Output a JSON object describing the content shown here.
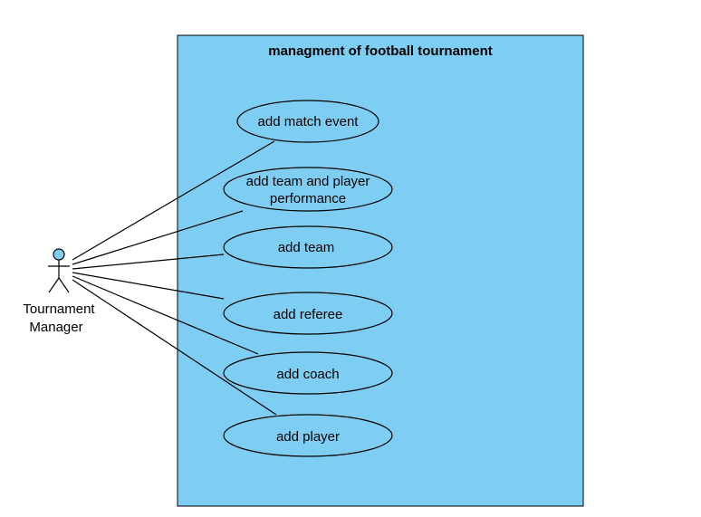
{
  "colors": {
    "system_fill": "#7ecef4",
    "stroke": "#000000",
    "actor_head": "#7ecef4"
  },
  "system": {
    "title": "managment of football tournament"
  },
  "actor": {
    "name_line1": "Tournament",
    "name_line2": "Manager"
  },
  "use_cases": [
    {
      "id": "uc-add-match-event",
      "lines": [
        "add match event"
      ]
    },
    {
      "id": "uc-add-team-and-player-performance",
      "lines": [
        "add team and player",
        "performance"
      ]
    },
    {
      "id": "uc-add-team",
      "lines": [
        "add team"
      ]
    },
    {
      "id": "uc-add-referee",
      "lines": [
        "add referee"
      ]
    },
    {
      "id": "uc-add-coach",
      "lines": [
        "add coach"
      ]
    },
    {
      "id": "uc-add-player",
      "lines": [
        "add player"
      ]
    }
  ]
}
